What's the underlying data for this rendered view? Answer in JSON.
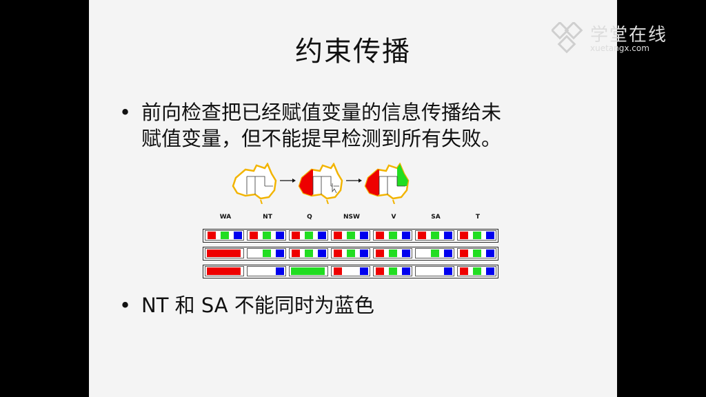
{
  "slide": {
    "title": "约束传播",
    "bullets": [
      {
        "lines": [
          "前向检查把已经赋值变量的信息传播给未",
          "赋值变量，但不能提早检测到所有失败。"
        ]
      },
      {
        "lines": [
          "NT 和 SA 不能同时为蓝色"
        ]
      }
    ]
  },
  "grid": {
    "headers": [
      "WA",
      "NT",
      "Q",
      "NSW",
      "V",
      "SA",
      "T"
    ],
    "rows": [
      [
        [
          "red",
          "green",
          "blue"
        ],
        [
          "red",
          "green",
          "blue"
        ],
        [
          "red",
          "green",
          "blue"
        ],
        [
          "red",
          "green",
          "blue"
        ],
        [
          "red",
          "green",
          "blue"
        ],
        [
          "red",
          "green",
          "blue"
        ],
        [
          "red",
          "green",
          "blue"
        ]
      ],
      [
        [
          "red"
        ],
        [
          "green",
          "blue"
        ],
        [
          "red",
          "green",
          "blue"
        ],
        [
          "red",
          "green",
          "blue"
        ],
        [
          "red",
          "green",
          "blue"
        ],
        [
          "green",
          "blue"
        ],
        [
          "red",
          "green",
          "blue"
        ]
      ],
      [
        [
          "red"
        ],
        [
          "blue"
        ],
        [
          "green"
        ],
        [
          "red",
          "blue"
        ],
        [
          "red",
          "green",
          "blue"
        ],
        [
          "blue"
        ],
        [
          "red",
          "green",
          "blue"
        ]
      ]
    ]
  },
  "colors": {
    "red": "#ee0000",
    "green": "#22dd22",
    "blue": "#0000ee",
    "map_outline": "#f2b400"
  },
  "maps": [
    {
      "colored": []
    },
    {
      "colored": [
        "WA:red"
      ]
    },
    {
      "colored": [
        "WA:red",
        "Q:green"
      ]
    }
  ],
  "watermark": {
    "name": "学堂在线",
    "url": "xuetangx.com"
  }
}
